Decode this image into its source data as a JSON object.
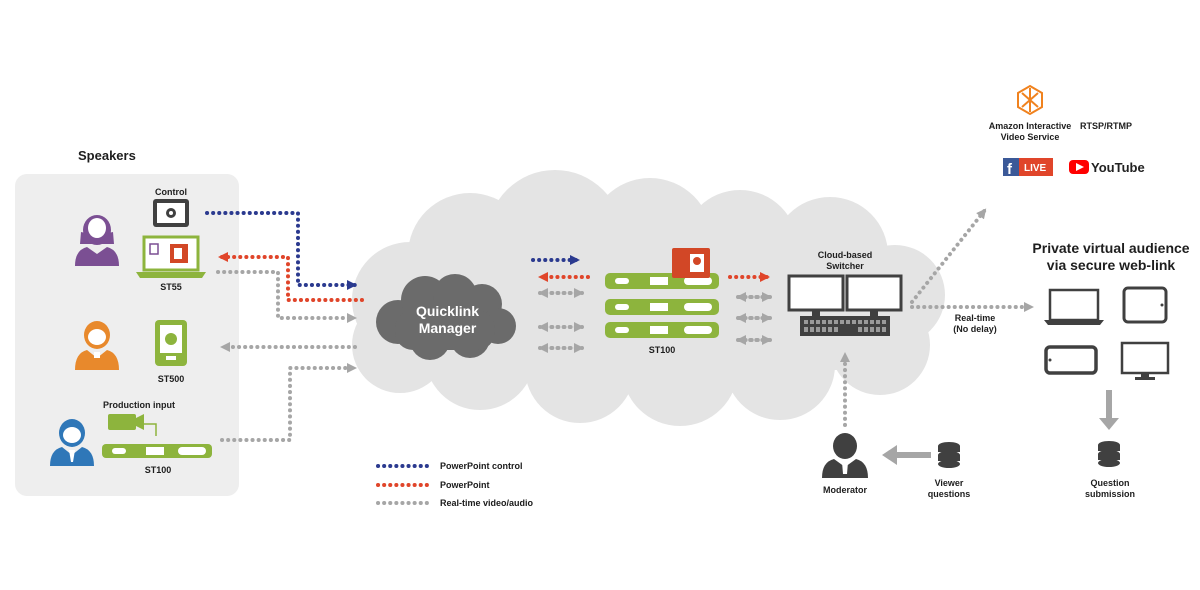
{
  "speakers": {
    "title": "Speakers",
    "control_label": "Control",
    "st55_label": "ST55",
    "st500_label": "ST500",
    "production_input_label": "Production input",
    "st100_label": "ST100"
  },
  "cloud": {
    "manager_line1": "Quicklink",
    "manager_line2": "Manager",
    "st100_label": "ST100",
    "switcher_line1": "Cloud-based",
    "switcher_line2": "Switcher",
    "realtime_line1": "Real-time",
    "realtime_line2": "(No delay)"
  },
  "streaming": {
    "ivs_line1": "Amazon Interactive",
    "ivs_line2": "Video Service",
    "rtsp": "RTSP/RTMP",
    "facebook_live": "LIVE",
    "youtube": "YouTube"
  },
  "audience": {
    "title_line1": "Private virtual audience",
    "title_line2": "via secure web-link",
    "question_line1": "Question",
    "question_line2": "submission"
  },
  "moderator": {
    "label": "Moderator",
    "viewer_line1": "Viewer",
    "viewer_line2": "questions"
  },
  "legend": [
    {
      "label": "PowerPoint control",
      "color": "#2b3a8f"
    },
    {
      "label": "PowerPoint",
      "color": "#e0452a"
    },
    {
      "label": "Real-time video/audio",
      "color": "#a6a6a6"
    }
  ],
  "colors": {
    "navy": "#2b3a8f",
    "red": "#e0452a",
    "gray": "#a6a6a6",
    "lime": "#8db43d",
    "cloud": "#e4e4e4",
    "dark_cloud": "#6b6b6b",
    "panel": "#eeeeee",
    "purple": "#7b4f93",
    "orange": "#e8892c",
    "blue": "#2f77b8",
    "ppt": "#d24726"
  }
}
